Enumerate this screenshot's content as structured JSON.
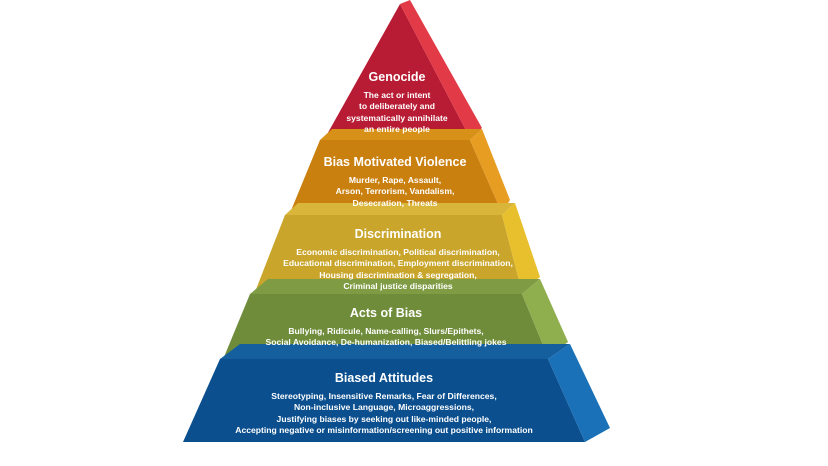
{
  "tiers": [
    {
      "title": "Genocide",
      "lines": [
        "The act or intent",
        "to deliberately and",
        "systematically annihilate",
        "an entire people"
      ],
      "front_color": "#b81c34",
      "side_color": "#e23b47",
      "top_color": "#cf2f40"
    },
    {
      "title": "Bias Motivated Violence",
      "lines": [
        "Murder, Rape, Assault,",
        "Arson, Terrorism, Vandalism,",
        "Desecration, Threats"
      ],
      "front_color": "#c9800f",
      "side_color": "#e79d22",
      "top_color": "#d79018"
    },
    {
      "title": "Discrimination",
      "lines": [
        "Economic discrimination, Political discrimination,",
        "Educational discrimination, Employment discrimination,",
        "Housing discrimination & segregation,",
        "Criminal justice disparities"
      ],
      "front_color": "#c9a52b",
      "side_color": "#e8bf2c",
      "top_color": "#d9b63a"
    },
    {
      "title": "Acts of Bias",
      "lines": [
        "Bullying, Ridicule, Name-calling, Slurs/Epithets,",
        "Social Avoidance, De-humanization, Biased/Belittling jokes"
      ],
      "front_color": "#6f8c3b",
      "side_color": "#8fae4e",
      "top_color": "#7f9c45"
    },
    {
      "title": "Biased Attitudes",
      "lines": [
        "Stereotyping, Insensitive Remarks, Fear of Differences,",
        "Non-inclusive Language, Microaggressions,",
        "Justifying biases by seeking out like-minded people,",
        "Accepting negative or misinformation/screening out positive information"
      ],
      "front_color": "#0b4f8e",
      "side_color": "#1a71b8",
      "top_color": "#155f9f"
    }
  ]
}
